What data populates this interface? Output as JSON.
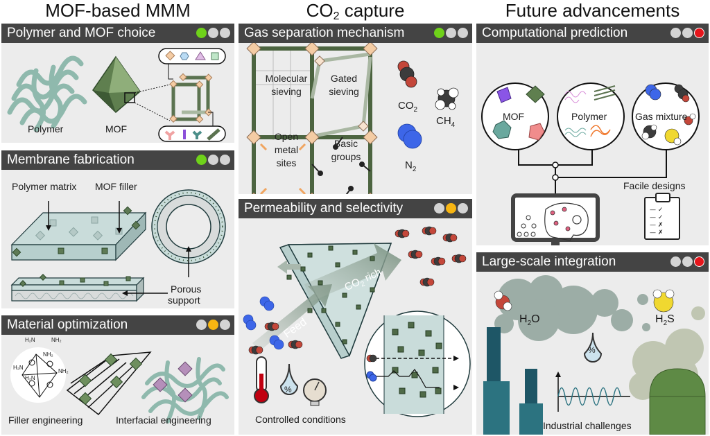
{
  "columns": [
    {
      "title": "MOF-based MMM"
    },
    {
      "title_main": "CO",
      "title_sub": "2",
      "title_rest": " capture"
    },
    {
      "title": "Future advancements"
    }
  ],
  "status_colors": {
    "inactive": "#d4d4d4",
    "green": "#6fd21a",
    "orange": "#f7b512",
    "red": "#e5151b"
  },
  "panels": {
    "polymer_mof_choice": {
      "title": "Polymer and MOF choice",
      "status": [
        "green",
        "inactive",
        "inactive"
      ],
      "labels": {
        "polymer": "Polymer",
        "mof": "MOF"
      }
    },
    "membrane_fabrication": {
      "title": "Membrane fabrication",
      "status": [
        "green",
        "inactive",
        "inactive"
      ],
      "labels": {
        "polymer_matrix": "Polymer matrix",
        "mof_filler": "MOF filler",
        "porous": "Porous",
        "support": "support"
      }
    },
    "material_optimization": {
      "title": "Material optimization",
      "status": [
        "inactive",
        "orange",
        "inactive"
      ],
      "labels": {
        "filler": "Filler engineering",
        "interfacial": "Interfacial engineering"
      },
      "chem_labels": [
        "H₂N",
        "NH₂",
        "NH₂",
        "H₂N",
        "NH₂",
        "H₂N"
      ]
    },
    "gas_separation": {
      "title": "Gas separation mechanism",
      "status": [
        "green",
        "inactive",
        "inactive"
      ],
      "mechanisms": {
        "molecular_1": "Molecular",
        "molecular_2": "sieving",
        "gated_1": "Gated",
        "gated_2": "sieving",
        "open_1": "Open",
        "open_2": "metal",
        "open_3": "sites",
        "basic_1": "Basic",
        "basic_2": "groups"
      },
      "gases": {
        "co2_main": "CO",
        "co2_sub": "2",
        "ch4_main": "CH",
        "ch4_sub": "4",
        "n2_main": "N",
        "n2_sub": "2"
      }
    },
    "permeability": {
      "title": "Permeability and selectivity",
      "status": [
        "inactive",
        "orange",
        "inactive"
      ],
      "labels": {
        "feed": "Feed",
        "co2_rich_main": "CO",
        "co2_rich_sub": "2",
        "co2_rich_rest": " rich",
        "conditions": "Controlled conditions",
        "percent": "%"
      }
    },
    "computational": {
      "title": "Computational prediction",
      "status": [
        "inactive",
        "inactive",
        "red"
      ],
      "labels": {
        "mof": "MOF",
        "polymer": "Polymer",
        "gas_mixture": "Gas mixture",
        "facile": "Facile designs"
      },
      "progress_fraction": 0.62
    },
    "large_scale": {
      "title": "Large-scale integration",
      "status": [
        "inactive",
        "inactive",
        "red"
      ],
      "labels": {
        "h2o_a": "H",
        "h2o_sub": "2",
        "h2o_b": "O",
        "h2s_a": "H",
        "h2s_sub": "2",
        "h2s_b": "S",
        "industrial": "Industrial challenges",
        "percent": "%"
      }
    }
  }
}
